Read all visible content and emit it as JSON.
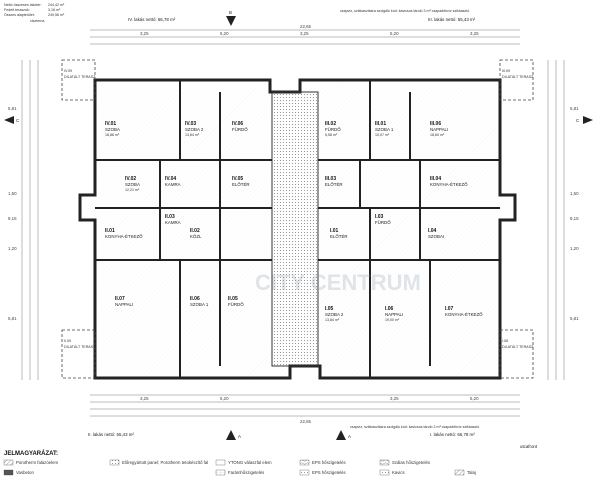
{
  "header": {
    "lines": [
      "Nettó összesen lakótér:",
      "Fedett teraszok:",
      "Összes alapterület:"
    ],
    "values": [
      "244,42 m²",
      "3,16 m²",
      "249,56 m²"
    ]
  },
  "top_labels": {
    "ciszterne": "ciszterna",
    "unit_iv": "IV. lakás nettó: 66,78 m²",
    "unit_iii": "III. lakás nettó: 55,43 m²",
    "section_b": "B",
    "section_c": "C",
    "note_top": "csapvíz, szikkasztásra szolgáló kúd: kavicsos tároló 3 m³ csapadékvíz szikkasztó"
  },
  "bottom_labels": {
    "unit_ii": "II. lakás nettó: 55,43 m²",
    "unit_i": "I. lakás nettó: 66,78 m²",
    "note_bottom": "csapvíz, szikkasztásra szolgáló kúd: kavicsos tároló 3 m³ csapadékvíz szikkasztó",
    "street": "utcafront",
    "section_a": "A"
  },
  "rooms": [
    {
      "code": "IV.01",
      "name": "SZOBA",
      "area": "18,88 m²"
    },
    {
      "code": "IV.03",
      "name": "SZOBA 2",
      "area": "13,64 m²"
    },
    {
      "code": "IV.02",
      "name": "SZOBA",
      "area": "12,21 m²"
    },
    {
      "code": "IV.04",
      "name": "KAMRA",
      "area": ""
    },
    {
      "code": "IV.05",
      "name": "ELŐTÉR",
      "area": ""
    },
    {
      "code": "IV.06",
      "name": "FÜRDŐ",
      "area": ""
    },
    {
      "code": "IV.09",
      "name": "DILATÁLT TERASZ",
      "area": ""
    },
    {
      "code": "III.01",
      "name": "SZOBA 1",
      "area": "10,07 m²"
    },
    {
      "code": "III.02",
      "name": "FÜRDŐ",
      "area": "5,58 m²"
    },
    {
      "code": "III.03",
      "name": "ELŐTÉR",
      "area": ""
    },
    {
      "code": "III.04",
      "name": "KONYHA-ÉTKEZŐ",
      "area": ""
    },
    {
      "code": "III.06",
      "name": "NAPPALI",
      "area": "18,60 m²"
    },
    {
      "code": "III.09",
      "name": "DILATÁLT TERASZ",
      "area": ""
    },
    {
      "code": "II.01",
      "name": "KONYHA-ÉTKEZŐ",
      "area": ""
    },
    {
      "code": "II.02",
      "name": "KÖZL",
      "area": ""
    },
    {
      "code": "II.03",
      "name": "KAMRA",
      "area": ""
    },
    {
      "code": "II.05",
      "name": "FÜRDŐ",
      "area": ""
    },
    {
      "code": "II.06",
      "name": "SZOBA 1",
      "area": ""
    },
    {
      "code": "II.07",
      "name": "NAPPALI",
      "area": ""
    },
    {
      "code": "II.09",
      "name": "DILATÁLT TERASZ",
      "area": ""
    },
    {
      "code": "I.01",
      "name": "ELŐTÉR",
      "area": ""
    },
    {
      "code": "I.03",
      "name": "FÜRDŐ",
      "area": ""
    },
    {
      "code": "I.04",
      "name": "SZOBAI",
      "area": ""
    },
    {
      "code": "I.05",
      "name": "SZOBA 2",
      "area": "13,84 m²"
    },
    {
      "code": "I.06",
      "name": "NAPPALI",
      "area": "19,00 m²"
    },
    {
      "code": "I.07",
      "name": "KONYHA-ÉTKEZŐ",
      "area": ""
    },
    {
      "code": "I.08",
      "name": "DILATÁLT TERASZ",
      "area": ""
    }
  ],
  "dims_top": [
    "22,65",
    "3,25",
    "5,20",
    "3,25",
    "5,20",
    "3,25"
  ],
  "dims_bottom": [
    "22,65",
    "3,25",
    "5,20",
    "3,25",
    "5,20"
  ],
  "dims_left": [
    "5,81",
    "1,50",
    "9,15",
    "1,20",
    "5,81"
  ],
  "dims_right": [
    "5,81",
    "1,50",
    "9,15",
    "1,20",
    "5,81"
  ],
  "legend": {
    "title": "JELMAGYARÁZAT:",
    "items": [
      {
        "label": "Porotherm falazóelem",
        "pattern": "hatch"
      },
      {
        "label": "Előregyártott panel; Porotherm tetokészítő fal",
        "pattern": "dots"
      },
      {
        "label": "YTONG válaszfal elem",
        "pattern": "cross"
      },
      {
        "label": "EPS hőszigetelés",
        "pattern": "wave"
      },
      {
        "label": "Szálas hőszigetelés",
        "pattern": "wave2"
      },
      {
        "label": "Vasbeton",
        "pattern": "solid"
      },
      {
        "label": "Farámhőszigetelés",
        "pattern": "grid"
      },
      {
        "label": "EPS hőszigetelés",
        "pattern": "dots2"
      },
      {
        "label": "Kavics",
        "pattern": "gravel"
      },
      {
        "label": "Talaj",
        "pattern": "soil"
      }
    ]
  },
  "watermark": "CITY CENTRUM"
}
